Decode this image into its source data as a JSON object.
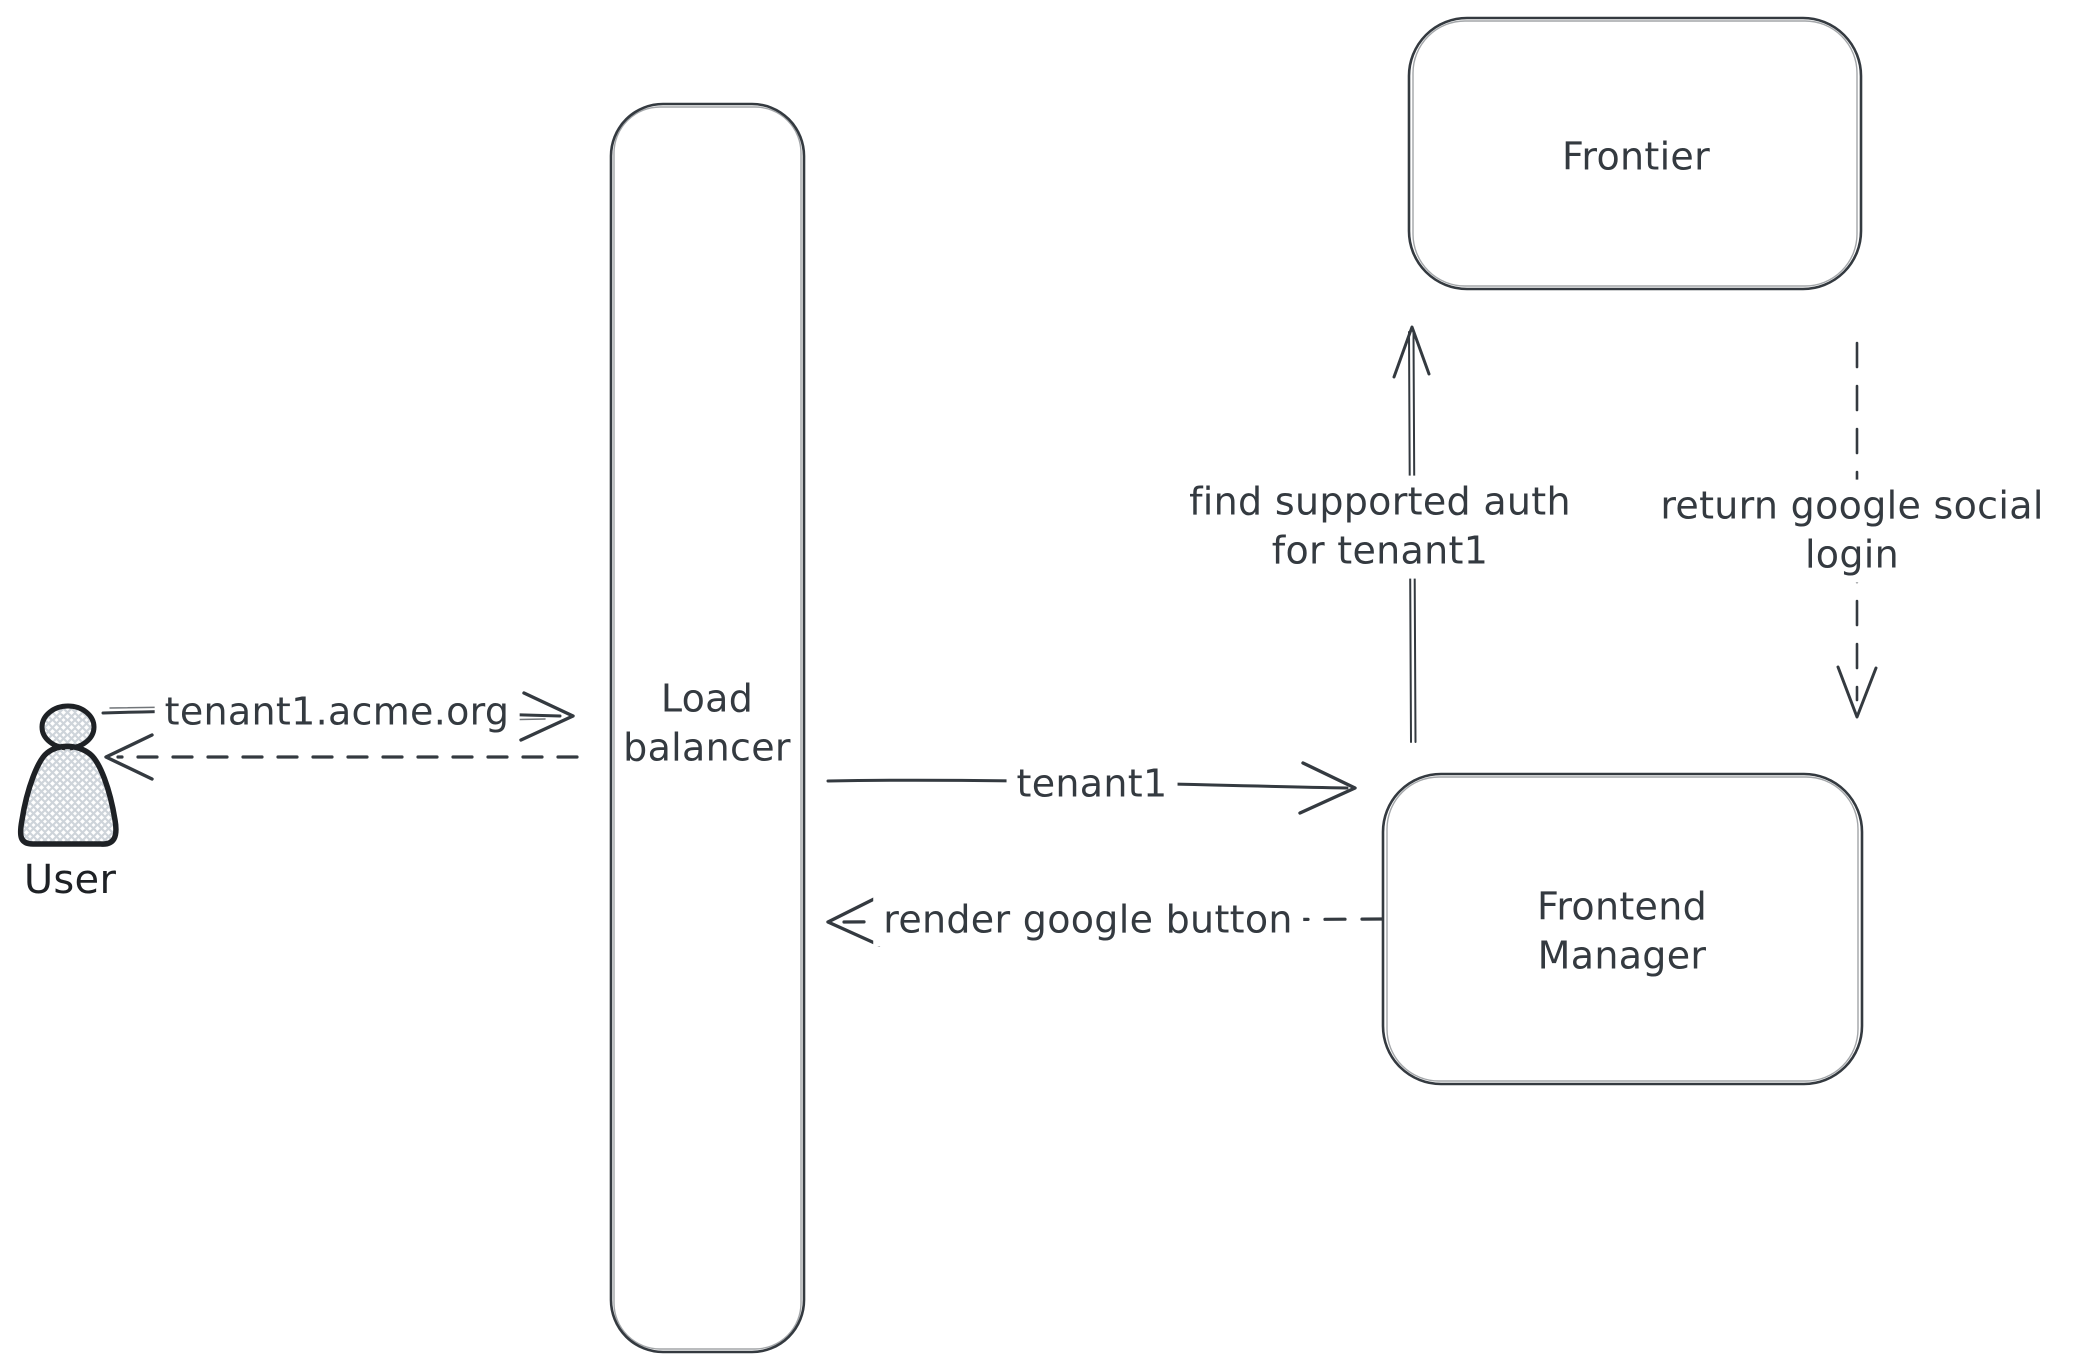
{
  "palette": {
    "canvas_bg": "#ffffff",
    "ink": "#343a40",
    "actor_ink": "#1e2125",
    "hatch": "#ced4da",
    "label_bg": "#ffffff"
  },
  "actor": {
    "label": "User"
  },
  "nodes": {
    "load_balancer": {
      "label": "Load balancer"
    },
    "frontier": {
      "label": "Frontier"
    },
    "frontend_manager": {
      "label": "Frontend Manager"
    }
  },
  "arrows": {
    "user_to_load_balancer": {
      "label": "tenant1.acme.org",
      "line": "solid",
      "from": "User",
      "to": "Load balancer"
    },
    "load_balancer_to_user": {
      "line": "dashed",
      "from": "Load balancer",
      "to": "User"
    },
    "load_balancer_to_frontend_manager": {
      "label": "tenant1",
      "line": "solid",
      "from": "Load balancer",
      "to": "Frontend Manager"
    },
    "frontend_manager_to_load_balancer": {
      "label": "render google button",
      "line": "dashed",
      "from": "Frontend Manager",
      "to": "Load balancer"
    },
    "frontend_manager_to_frontier": {
      "label_lines": [
        "find supported auth",
        "for tenant1"
      ],
      "line": "solid",
      "from": "Frontend Manager",
      "to": "Frontier"
    },
    "frontier_to_frontend_manager": {
      "label_lines": [
        "return google social",
        "login"
      ],
      "line": "dashed",
      "from": "Frontier",
      "to": "Frontend Manager"
    }
  }
}
